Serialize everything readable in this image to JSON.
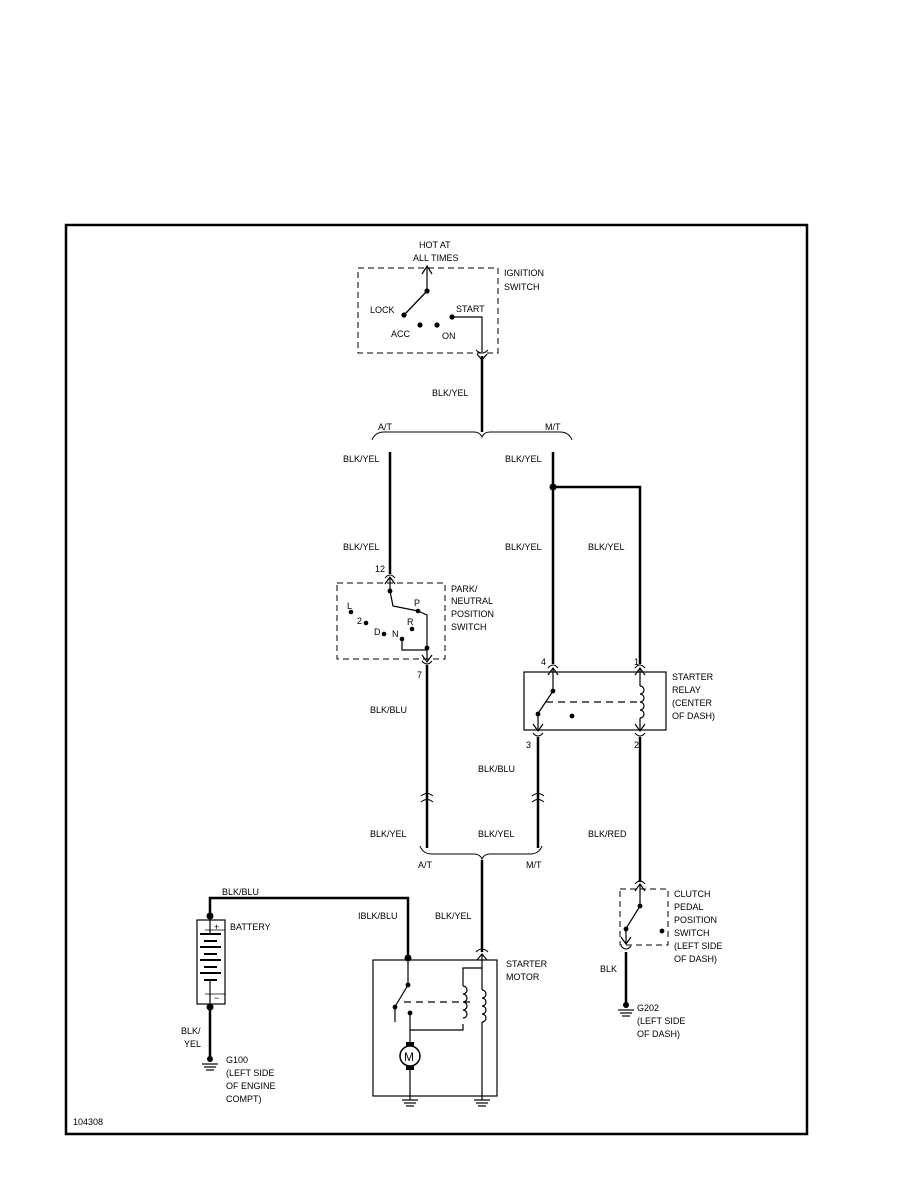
{
  "diagram": {
    "figure_id": "104308",
    "ignition_switch": {
      "power_label": [
        "HOT AT",
        "ALL TIMES"
      ],
      "name": [
        "IGNITION",
        "SWITCH"
      ],
      "positions": {
        "lock": "LOCK",
        "acc": "ACC",
        "on": "ON",
        "start": "START"
      }
    },
    "transmission": {
      "at": "A/T",
      "mt": "M/T"
    },
    "wires": {
      "blk_yel": "BLK/YEL",
      "blk_blu": "BLK/BLU",
      "iblk_blu": "IBLK/BLU",
      "blk_red": "BLK/RED",
      "blk": "BLK",
      "blk_yel_split": [
        "BLK/",
        "YEL"
      ]
    },
    "pnp_switch": {
      "name": [
        "PARK/",
        "NEUTRAL",
        "POSITION",
        "SWITCH"
      ],
      "pin_in": "12",
      "pin_out": "7",
      "positions": {
        "l": "L",
        "two": "2",
        "d": "D",
        "n": "N",
        "r": "R",
        "p": "P"
      }
    },
    "starter_relay": {
      "name": [
        "STARTER",
        "RELAY",
        "(CENTER",
        "OF DASH)"
      ],
      "pins": {
        "p4": "4",
        "p1": "1",
        "p3": "3",
        "p2": "2"
      }
    },
    "clutch_switch": {
      "name": [
        "CLUTCH",
        "PEDAL",
        "POSITION",
        "SWITCH",
        "(LEFT SIDE",
        "OF DASH)"
      ]
    },
    "battery": {
      "name": "BATTERY",
      "plus": "+",
      "minus": "−"
    },
    "starter_motor": {
      "name": [
        "STARTER",
        "MOTOR"
      ],
      "symbol": "M"
    },
    "grounds": {
      "g100": [
        "G100",
        "(LEFT SIDE",
        "OF ENGINE",
        "COMPT)"
      ],
      "g202": [
        "G202",
        "(LEFT SIDE",
        "OF DASH)"
      ]
    }
  }
}
